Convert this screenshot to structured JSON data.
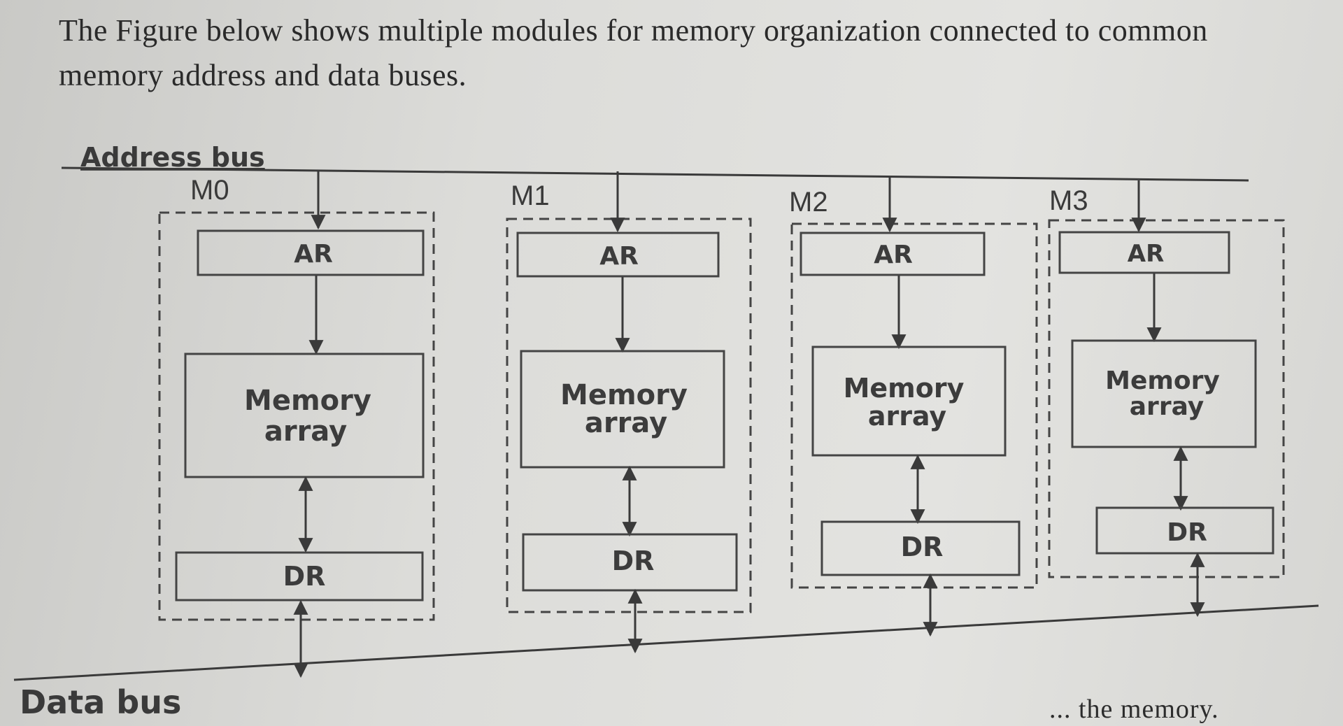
{
  "intro_text": "The Figure below shows multiple modules for memory organization connected to common memory address and data buses.",
  "diagram": {
    "address_bus_label": "Address bus",
    "data_bus_label": "Data bus",
    "modules": [
      {
        "name": "M0",
        "ar": "AR",
        "mem_line1": "Memory",
        "mem_line2": "array",
        "dr": "DR"
      },
      {
        "name": "M1",
        "ar": "AR",
        "mem_line1": "Memory",
        "mem_line2": "array",
        "dr": "DR"
      },
      {
        "name": "M2",
        "ar": "AR",
        "mem_line1": "Memory",
        "mem_line2": "array",
        "dr": "DR"
      },
      {
        "name": "M3",
        "ar": "AR",
        "mem_line1": "Memory",
        "mem_line2": "array",
        "dr": "DR"
      }
    ]
  },
  "footer_fragment": "... the memory."
}
